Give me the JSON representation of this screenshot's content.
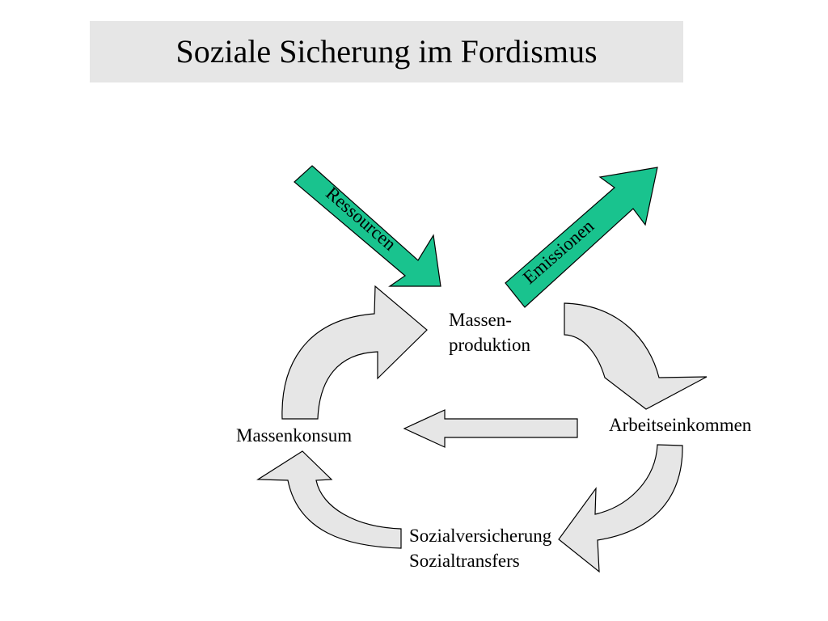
{
  "title": "Soziale Sicherung im Fordismus",
  "nodes": {
    "production": [
      "Massen-",
      "produktion"
    ],
    "income": "Arbeitseinkommen",
    "consumption": "Massenkonsum",
    "social": [
      "Sozialversicherung",
      "Sozialtransfers"
    ]
  },
  "external": {
    "resources": "Ressourcen",
    "emissions": "Emissionen"
  },
  "colors": {
    "cycle_arrow": "#e6e6e6",
    "external_arrow": "#19c38e",
    "title_background": "#e6e6e6"
  }
}
